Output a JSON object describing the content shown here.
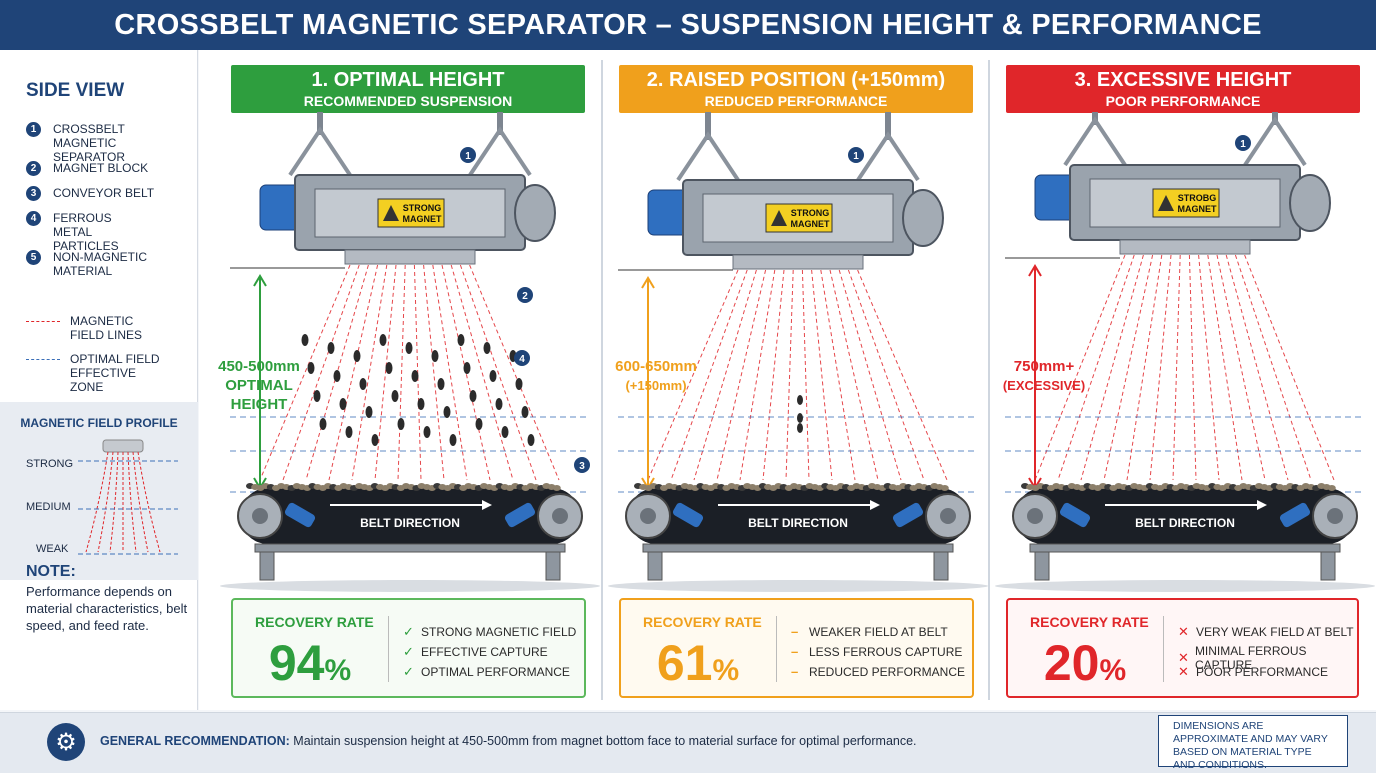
{
  "title": "CROSSBELT MAGNETIC SEPARATOR – SUSPENSION HEIGHT & PERFORMANCE",
  "sidebar": {
    "title": "SIDE VIEW",
    "legend": [
      {
        "num": "1",
        "label": "CROSSBELT MAGNETIC SEPARATOR"
      },
      {
        "num": "2",
        "label": "MAGNET BLOCK"
      },
      {
        "num": "3",
        "label": "CONVEYOR BELT"
      },
      {
        "num": "4",
        "label": "FERROUS METAL PARTICLES"
      },
      {
        "num": "5",
        "label": "NON-MAGNETIC MATERIAL"
      }
    ],
    "line_legend": [
      {
        "label": "MAGNETIC FIELD LINES",
        "color": "#e0262a"
      },
      {
        "label": "OPTIMAL FIELD EFFECTIVE ZONE",
        "color": "#3b6fb8"
      }
    ],
    "profile": {
      "title": "MAGNETIC FIELD PROFILE",
      "levels": [
        "STRONG",
        "MEDIUM",
        "WEAK"
      ]
    },
    "note_title": "NOTE:",
    "note_text": "Performance depends on material characteristics, belt speed, and feed rate."
  },
  "panels": [
    {
      "heading": "1. OPTIMAL HEIGHT",
      "subheading": "RECOMMENDED SUSPENSION",
      "color": "#2e9e3e",
      "dimension": [
        "450-500mm",
        "OPTIMAL",
        "HEIGHT"
      ],
      "magnet_label": [
        "STRONG",
        "MAGNET"
      ],
      "belt_label": "BELT DIRECTION",
      "recovery_label": "RECOVERY RATE",
      "recovery_value": "94",
      "recovery_unit": "%",
      "bullet_mark": "✓",
      "bullets": [
        "STRONG MAGNETIC FIELD",
        "EFFECTIVE CAPTURE",
        "OPTIMAL PERFORMANCE"
      ]
    },
    {
      "heading": "2. RAISED POSITION (+150mm)",
      "subheading": "REDUCED PERFORMANCE",
      "color": "#f0a01c",
      "dimension": [
        "600-650mm",
        "(+150mm)"
      ],
      "magnet_label": [
        "STRONG",
        "MAGNET"
      ],
      "belt_label": "BELT DIRECTION",
      "recovery_label": "RECOVERY RATE",
      "recovery_value": "61",
      "recovery_unit": "%",
      "bullet_mark": "–",
      "bullets": [
        "WEAKER FIELD AT BELT",
        "LESS FERROUS CAPTURE",
        "REDUCED PERFORMANCE"
      ]
    },
    {
      "heading": "3. EXCESSIVE HEIGHT",
      "subheading": "POOR PERFORMANCE",
      "color": "#e0262a",
      "dimension": [
        "750mm+",
        "(EXCESSIVE)"
      ],
      "magnet_label": [
        "STROBG",
        "MAGNET"
      ],
      "belt_label": "BELT DIRECTION",
      "recovery_label": "RECOVERY RATE",
      "recovery_value": "20",
      "recovery_unit": "%",
      "bullet_mark": "✕",
      "bullets": [
        "VERY WEAK FIELD AT BELT",
        "MINIMAL FERROUS CAPTURE",
        "POOR PERFORMANCE"
      ]
    }
  ],
  "callouts": [
    "1",
    "2",
    "3",
    "4"
  ],
  "footer": {
    "label": "GENERAL RECOMMENDATION:",
    "text": " Maintain suspension height at 450-500mm from magnet bottom face to material surface for optimal performance.",
    "disclaimer": "DIMENSIONS ARE APPROXIMATE AND MAY VARY BASED ON MATERIAL TYPE AND CONDITIONS."
  }
}
